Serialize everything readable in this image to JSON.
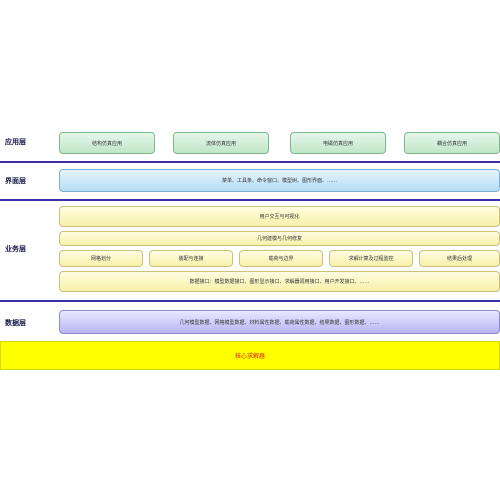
{
  "layers": {
    "application": {
      "label": "应用层",
      "items": [
        "结构仿真应用",
        "流体仿真应用",
        "电磁仿真应用",
        "耦合仿真应用"
      ]
    },
    "interface": {
      "label": "界面层",
      "content": "菜单、工具条、命令窗口、模型树、图形界面、……"
    },
    "business": {
      "label": "业务层",
      "row1": "用户交互与可视化",
      "row2": "几何建模与几何修复",
      "modules": [
        "网格划分",
        "装配与连接",
        "载荷与边界",
        "求解计算及过程监控",
        "结果后处理"
      ],
      "row4": "数据接口：模型数据接口、图形显示接口、求解器调用接口、用户开发接口、……"
    },
    "data": {
      "label": "数据层",
      "content": "几何模型数据、网格模型数据、材料属性数据、载荷属性数据、结果数据、图形数据、……"
    },
    "core": {
      "content": "核心求解器"
    }
  },
  "colors": {
    "separator": "#3a2fa6",
    "core_background": "#ffff00",
    "core_text": "#e0201a"
  }
}
